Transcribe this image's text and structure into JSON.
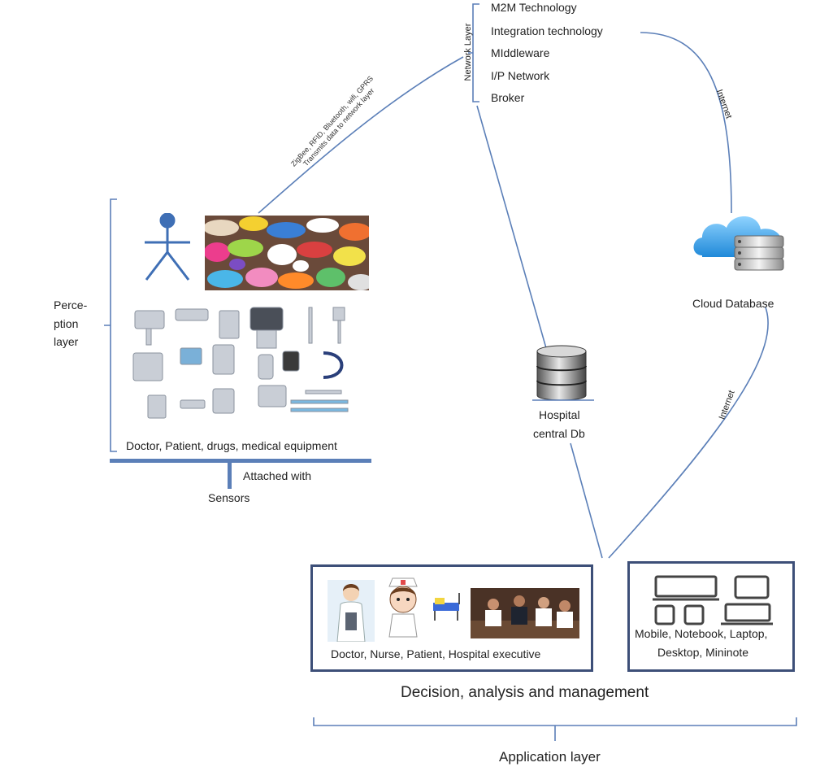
{
  "network_layer": {
    "title": "Network Layer",
    "items": [
      "M2M Technology",
      "Integration technology",
      "MIddleware",
      "I/P Network",
      "Broker"
    ]
  },
  "transmission_note": {
    "line1": "ZigBee, RFID, Bluetooth, wifi, GPRS",
    "line2": "Transmits data to network layer"
  },
  "internet_top": "Internet",
  "internet_bottom": "Internet",
  "cloud_database": "Cloud Database",
  "hospital_db": {
    "line1": "Hospital",
    "line2": "central Db"
  },
  "perception": {
    "label_line1": "Perce-",
    "label_line2": "ption",
    "label_line3": "layer",
    "caption": "Doctor, Patient, drugs, medical equipment",
    "attached_with": "Attached with",
    "sensors": "Sensors"
  },
  "application": {
    "people_caption": "Doctor, Nurse, Patient, Hospital executive",
    "devices_line1": "Mobile, Notebook, Laptop,",
    "devices_line2": "Desktop, Mininote",
    "decision": "Decision, analysis and management",
    "layer_label": "Application layer"
  },
  "colors": {
    "line": "#5b7fb8",
    "box_border": "#3d4f78"
  }
}
